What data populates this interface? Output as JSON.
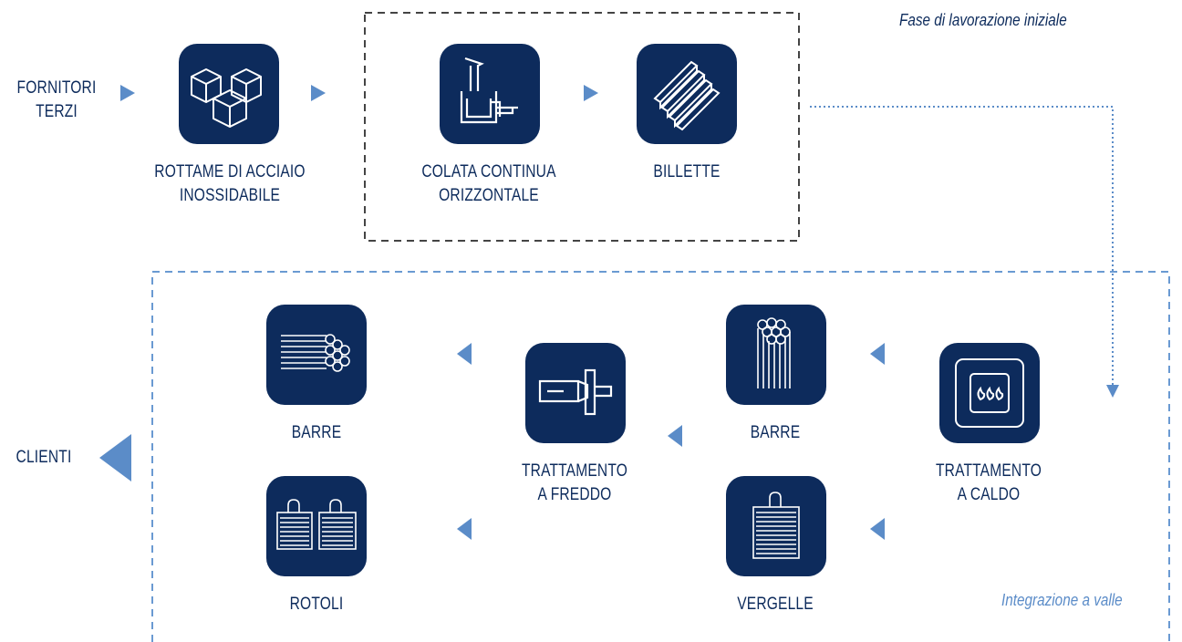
{
  "colors": {
    "navy": "#0d2b5c",
    "arrow_blue": "#5b8cc8",
    "dashed_dark": "#444444",
    "dashed_blue": "#6a9ad2"
  },
  "labels": {
    "suppliers": [
      "FORNITORI",
      "TERZI"
    ],
    "scrap": [
      "ROTTAME DI ACCIAIO",
      "INOSSIDABILE"
    ],
    "casting": [
      "COLATA CONTINUA",
      "ORIZZONTALE"
    ],
    "billets": [
      "BILLETTE"
    ],
    "clients": [
      "CLIENTI"
    ],
    "bars_left": [
      "BARRE"
    ],
    "coils": [
      "ROTOLI"
    ],
    "cold": [
      "TRATTAMENTO",
      "A FREDDO"
    ],
    "bars_right": [
      "BARRE"
    ],
    "wire_rod": [
      "VERGELLE"
    ],
    "hot": [
      "TRATTAMENTO",
      "A CALDO"
    ]
  },
  "notes": {
    "initial": "Fase di lavorazione iniziale",
    "downstream": "Integrazione a valle"
  },
  "icons": {
    "scrap": "cubes-icon",
    "casting": "continuous-casting-icon",
    "billets": "billets-icon",
    "bars_left": "bars-bundle-horizontal-icon",
    "coils": "coils-icon",
    "cold": "cold-drawing-icon",
    "bars_right": "bars-bundle-vertical-icon",
    "wire_rod": "wire-rod-coil-icon",
    "hot": "furnace-icon"
  }
}
